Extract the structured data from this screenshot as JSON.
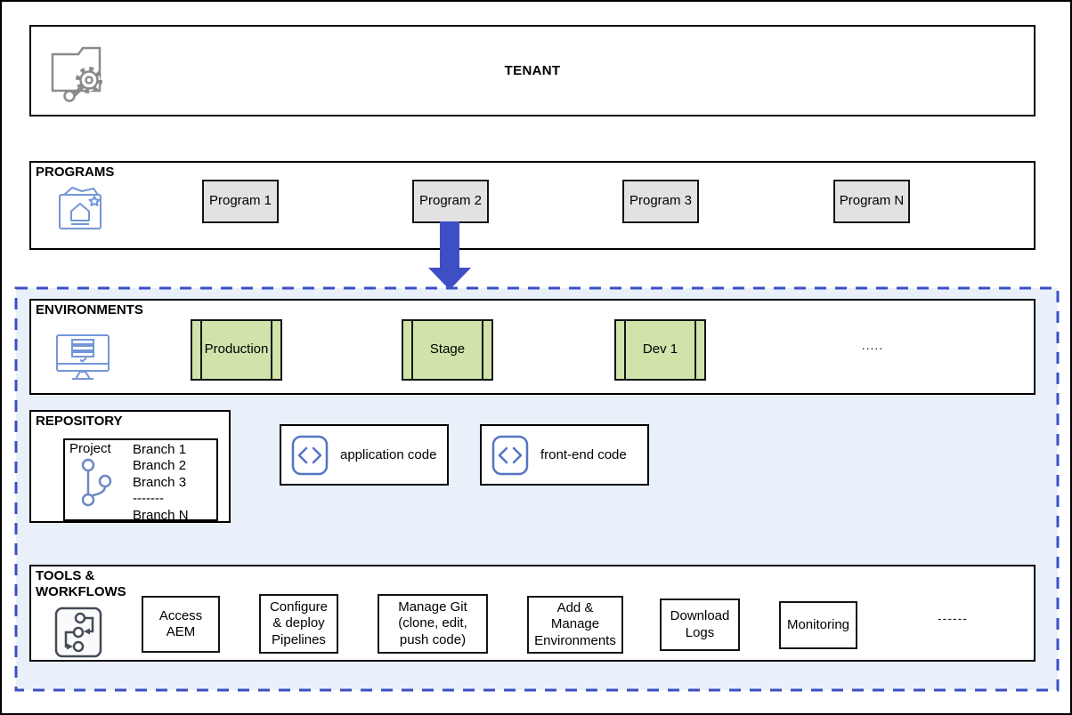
{
  "tenant": {
    "label": "TENANT",
    "icon": "folder-settings-icon"
  },
  "programs": {
    "label": "PROGRAMS",
    "icon": "programs-folder-icon",
    "items": [
      "Program 1",
      "Program 2",
      "Program 3",
      "Program N"
    ]
  },
  "deploy_arrow": {
    "icon": "down-arrow",
    "from": "Program 2",
    "to": "ENVIRONMENTS"
  },
  "environments": {
    "label": "ENVIRONMENTS",
    "icon": "monitor-icon",
    "items": [
      "Production",
      "Stage",
      "Dev 1"
    ],
    "more": "....."
  },
  "repository": {
    "label": "REPOSITORY",
    "project": {
      "label": "Project",
      "icon": "git-branch-icon",
      "branches": [
        "Branch 1",
        "Branch 2",
        "Branch 3",
        "-------",
        "Branch N"
      ]
    }
  },
  "code_components": [
    {
      "icon": "code-brackets-icon",
      "label": "application code"
    },
    {
      "icon": "code-brackets-icon",
      "label": "front-end code"
    }
  ],
  "tools": {
    "label": "TOOLS &\nWORKFLOWS",
    "icon": "workflow-icon",
    "items": [
      "Access\nAEM",
      "Configure\n& deploy\nPipelines",
      "Manage Git\n(clone, edit,\npush code)",
      "Add &\nManage\nEnvironments",
      "Download\nLogs",
      "Monitoring"
    ],
    "more": "------"
  },
  "colors": {
    "arrow_blue": "#3e4fc6",
    "dashed_border_blue": "#3b4fc4",
    "container_fill_blue": "#e9f0fa",
    "environment_green": "#cfe3ab",
    "program_gray": "#e2e2e2",
    "icon_blue": "#7396d8",
    "border_black": "#000000"
  }
}
